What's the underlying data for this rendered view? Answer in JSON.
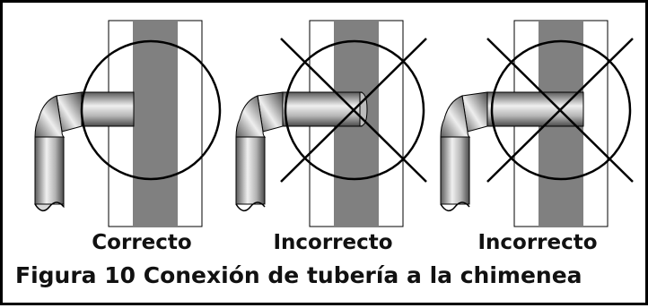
{
  "panels": [
    {
      "label": "Correcto",
      "crossed": false
    },
    {
      "label": "Incorrecto",
      "crossed": true
    },
    {
      "label": "Incorrecto",
      "crossed": true
    }
  ],
  "caption": "Figura 10 Conexión de tubería a la chimenea",
  "colors": {
    "wall_core": "#808080",
    "pipe_dark": "#555555",
    "pipe_light": "#f2f2f2",
    "line": "#000000"
  }
}
